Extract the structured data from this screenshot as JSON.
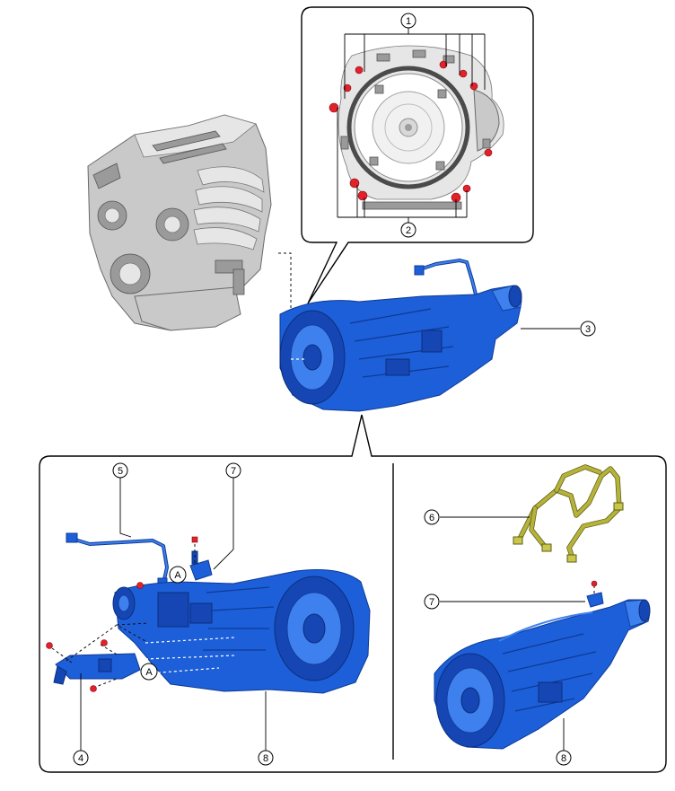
{
  "callouts": {
    "c1": "1",
    "c2": "2",
    "c3": "3",
    "c4": "4",
    "c5": "5",
    "c6": "6",
    "c7_left": "7",
    "c7_right": "7",
    "c8_left": "8",
    "c8_right": "8"
  },
  "markers": {
    "a_upper": "A",
    "a_lower": "A"
  },
  "icons": {
    "engine": "engine-illustration",
    "transmission": "transmission-illustration",
    "harness": "wiring-harness-illustration",
    "bolt": "bolt-icon",
    "bracket": "bracket-illustration",
    "pipe": "oil-pipe-illustration"
  },
  "colors": {
    "transmission_blue": "#1d5fd8",
    "bolt_red": "#e4202a",
    "harness_yellow": "#b5b33a",
    "engine_grey": "#c9c9c9"
  }
}
